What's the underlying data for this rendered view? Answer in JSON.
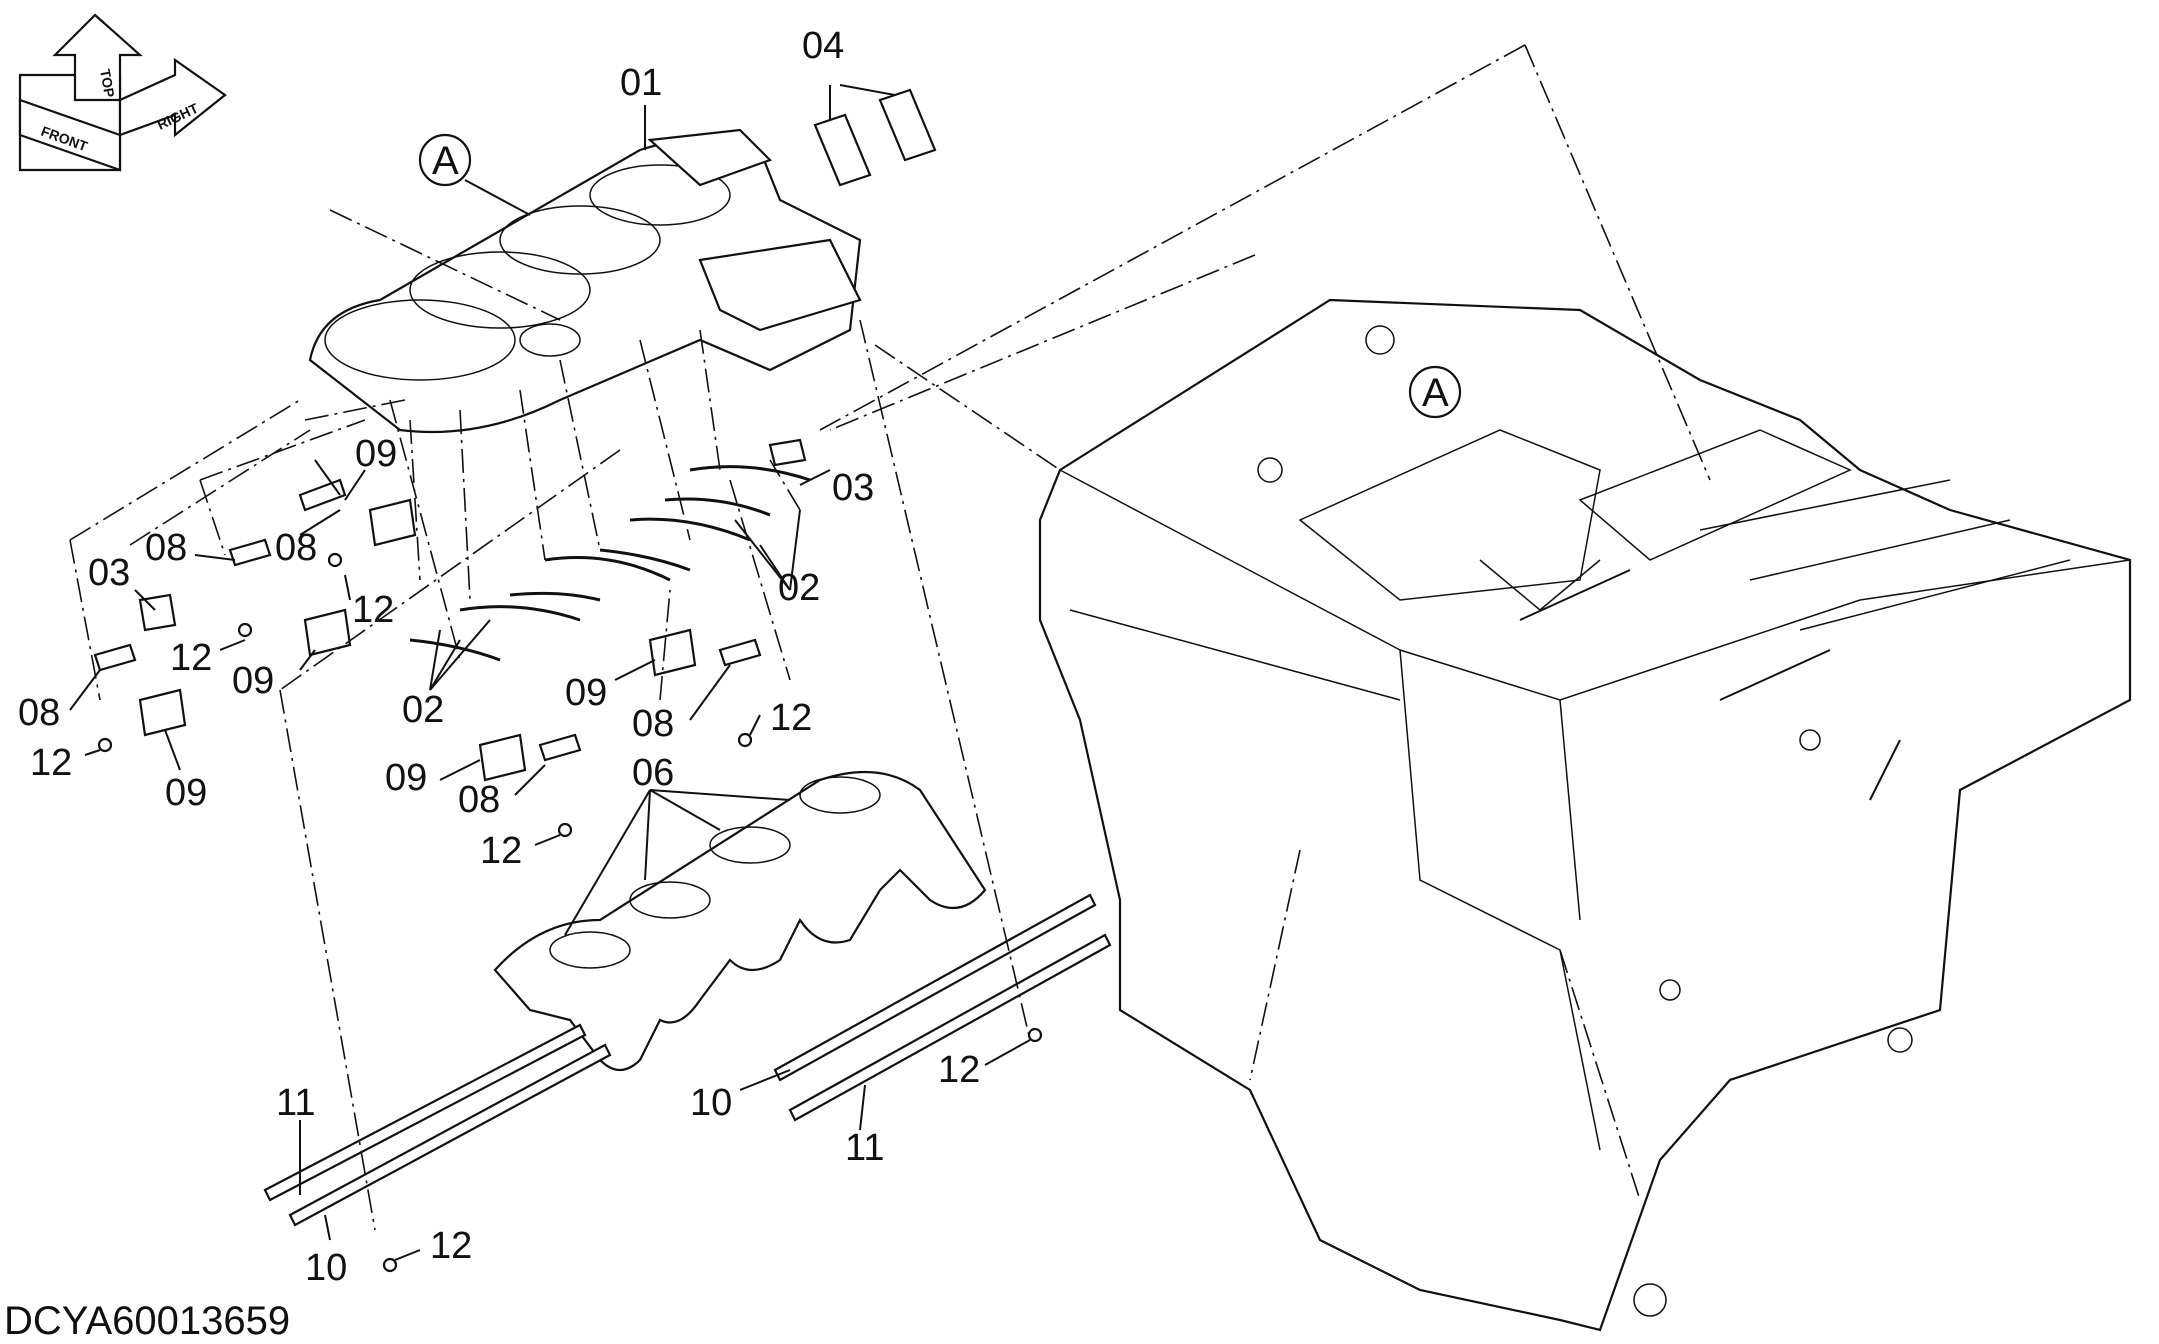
{
  "document_id": "DCYA60013659",
  "orientation_indicator": {
    "front": "FRONT",
    "top": "TOP",
    "right": "RIGHT"
  },
  "detail_reference": "A",
  "callouts": [
    {
      "id": "c01",
      "text": "01"
    },
    {
      "id": "c04",
      "text": "04"
    },
    {
      "id": "c03a",
      "text": "03"
    },
    {
      "id": "c09a",
      "text": "09"
    },
    {
      "id": "c08a",
      "text": "08"
    },
    {
      "id": "c08b",
      "text": "08"
    },
    {
      "id": "c03b",
      "text": "03"
    },
    {
      "id": "c12a",
      "text": "12"
    },
    {
      "id": "c02a",
      "text": "02"
    },
    {
      "id": "c12b",
      "text": "12"
    },
    {
      "id": "c09b",
      "text": "09"
    },
    {
      "id": "c08c",
      "text": "08"
    },
    {
      "id": "c12c",
      "text": "12"
    },
    {
      "id": "c09c",
      "text": "09"
    },
    {
      "id": "c02b",
      "text": "02"
    },
    {
      "id": "c09d",
      "text": "09"
    },
    {
      "id": "c08d",
      "text": "08"
    },
    {
      "id": "c12d",
      "text": "12"
    },
    {
      "id": "c06",
      "text": "06"
    },
    {
      "id": "c09e",
      "text": "09"
    },
    {
      "id": "c08e",
      "text": "08"
    },
    {
      "id": "c12e",
      "text": "12"
    },
    {
      "id": "c12f",
      "text": "12"
    },
    {
      "id": "c11a",
      "text": "11"
    },
    {
      "id": "c10a",
      "text": "10"
    },
    {
      "id": "c11b",
      "text": "11"
    },
    {
      "id": "c10b",
      "text": "10"
    },
    {
      "id": "c12g",
      "text": "12"
    }
  ]
}
